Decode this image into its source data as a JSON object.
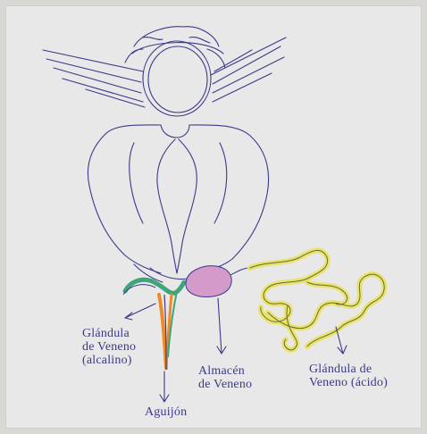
{
  "labels": {
    "alkaline_gland": [
      "Glándula",
      "de Veneno",
      "(alcalino)"
    ],
    "storage": [
      "Almacén",
      "de Veneno"
    ],
    "acid_gland": [
      "Glándula de",
      "Veneno (ácido)"
    ],
    "stinger": "Aguijón"
  },
  "colors": {
    "ink": "#3b3a8a",
    "alkaline_gland": "#3fa57a",
    "storage": "#d49ac9",
    "acid_gland": "#e8e36a",
    "stinger": "#f08a24"
  }
}
